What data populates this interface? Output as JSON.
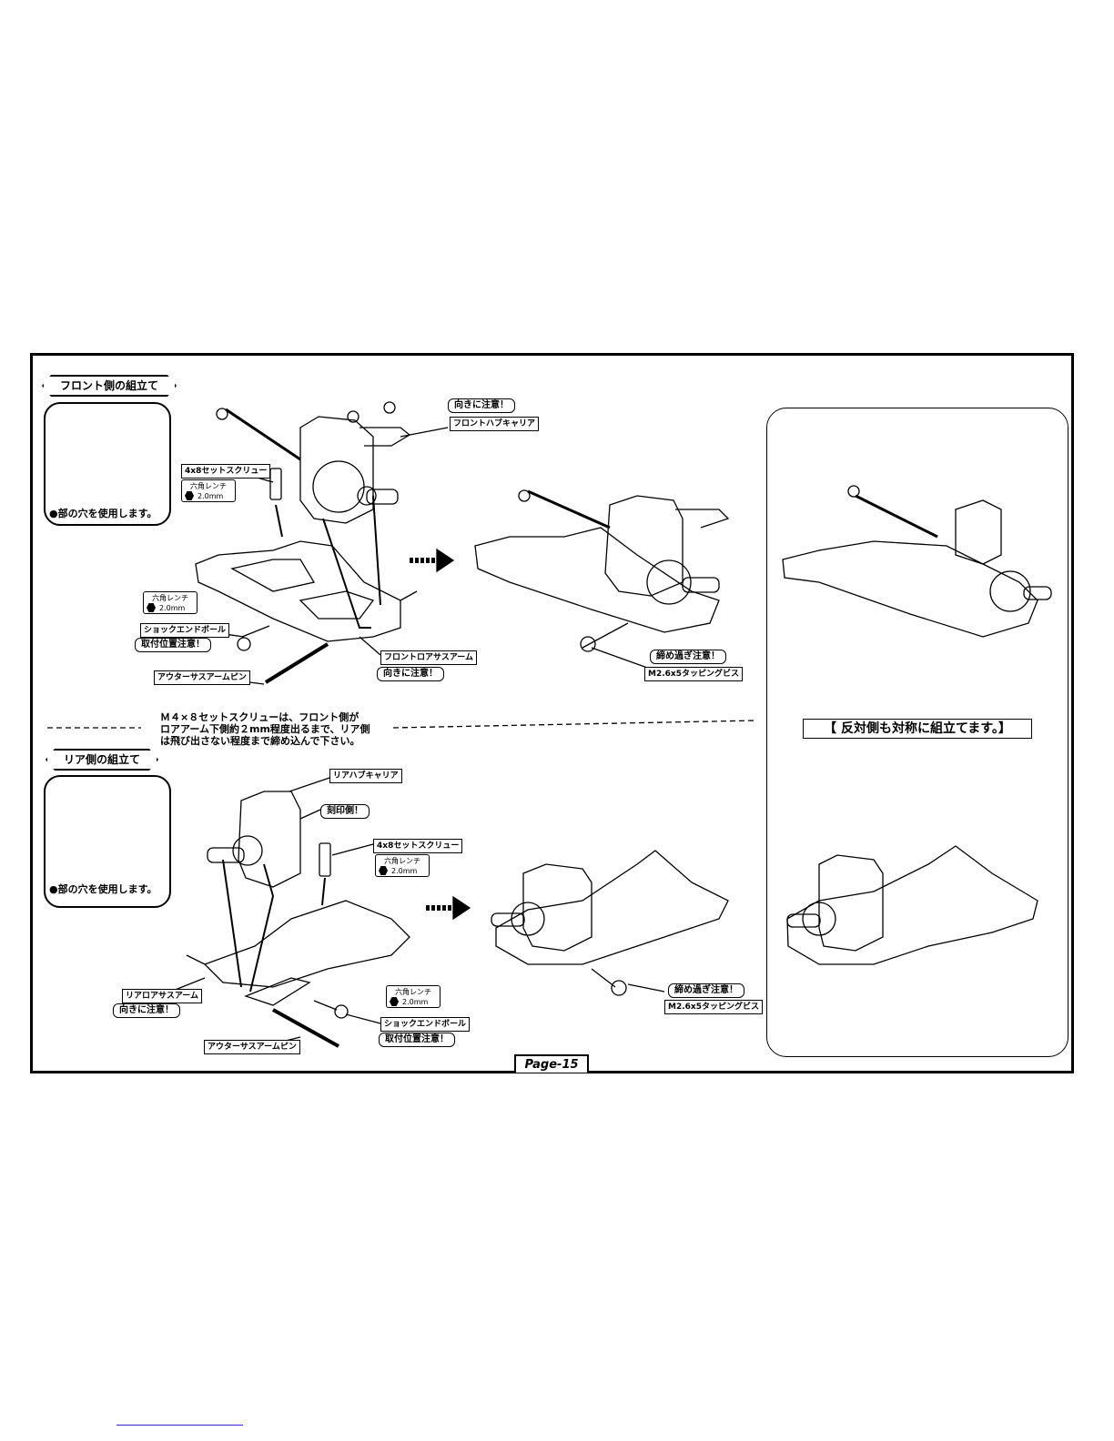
{
  "front": {
    "title": "フロント側の組立て",
    "inset_note": "●部の穴を使用します。",
    "labels": {
      "direction_note_top": "向きに注意！",
      "hub_carrier": "フロントハブキャリア",
      "set_screw": "4x8セットスクリュー",
      "wrench_top": "六角レンチ",
      "wrench_size": "2.0mm",
      "shock_ball": "ショックエンドボール",
      "mount_note": "取付位置注意！",
      "lower_arm": "フロントロアサスアーム",
      "direction_note_arm": "向きに注意！",
      "outer_pin": "アウターサスアームピン",
      "overtighten": "締め過ぎ注意！",
      "tapping_screw": "M2.6x5タッピングビス"
    }
  },
  "note": {
    "line1": "Ｍ４×８セットスクリューは、フロント側が",
    "line2": "ロアアーム下側約２mm程度出るまで、リア側",
    "line3": "は飛び出さない程度まで締め込んで下さい。"
  },
  "symmetric": "【 反対側も対称に組立てます。】",
  "rear": {
    "title": "リア側の組立て",
    "inset_note": "●部の穴を使用します。",
    "labels": {
      "hub_carrier": "リアハブキャリア",
      "stamp_side": "刻印側！",
      "set_screw": "4x8セットスクリュー",
      "wrench_top": "六角レンチ",
      "wrench_size": "2.0mm",
      "lower_arm": "リアロアサスアーム",
      "direction_note": "向きに注意！",
      "outer_pin": "アウターサスアームピン",
      "shock_ball": "ショックエンドボール",
      "mount_note": "取付位置注意！",
      "overtighten": "締め過ぎ注意！",
      "tapping_screw": "M2.6x5タッピングビス"
    }
  },
  "page_label": "Page-15"
}
